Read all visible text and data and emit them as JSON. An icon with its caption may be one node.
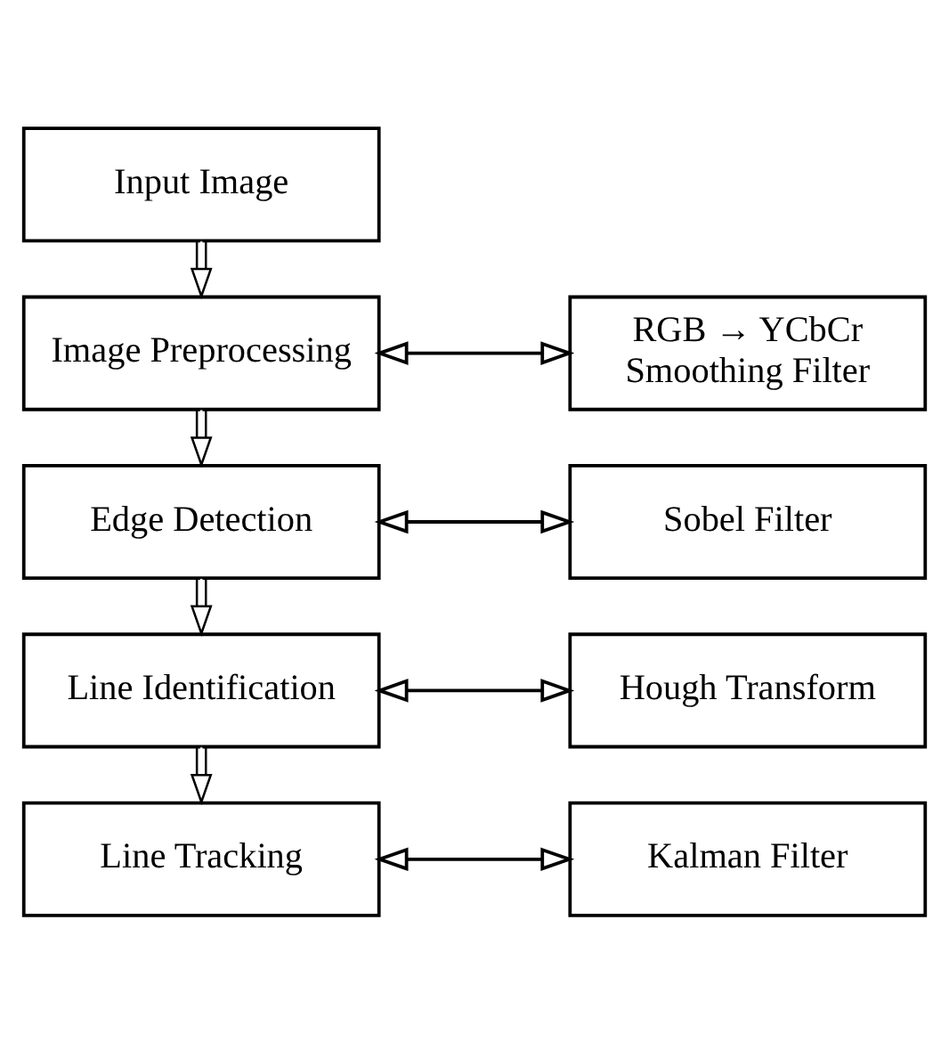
{
  "diagram": {
    "nodes": [
      {
        "text": [
          "Input Image"
        ]
      },
      {
        "text": [
          "Image Preprocessing"
        ]
      },
      {
        "text": [
          "RGB → YCbCr",
          "Smoothing Filter"
        ]
      },
      {
        "text": [
          "Edge Detection"
        ]
      },
      {
        "text": [
          "Sobel Filter"
        ]
      },
      {
        "text": [
          "Line Identification"
        ]
      },
      {
        "text": [
          "Hough Transform"
        ]
      },
      {
        "text": [
          "Line Tracking"
        ]
      },
      {
        "text": [
          "Kalman Filter"
        ]
      }
    ],
    "edges": [
      {
        "from": 0,
        "to": 1,
        "arrow": "to"
      },
      {
        "from": 1,
        "to": 2,
        "arrow": "both"
      },
      {
        "from": 1,
        "to": 3,
        "arrow": "to"
      },
      {
        "from": 3,
        "to": 4,
        "arrow": "both"
      },
      {
        "from": 3,
        "to": 5,
        "arrow": "to"
      },
      {
        "from": 5,
        "to": 6,
        "arrow": "both"
      },
      {
        "from": 5,
        "to": 7,
        "arrow": "to"
      },
      {
        "from": 7,
        "to": 8,
        "arrow": "both"
      }
    ]
  }
}
